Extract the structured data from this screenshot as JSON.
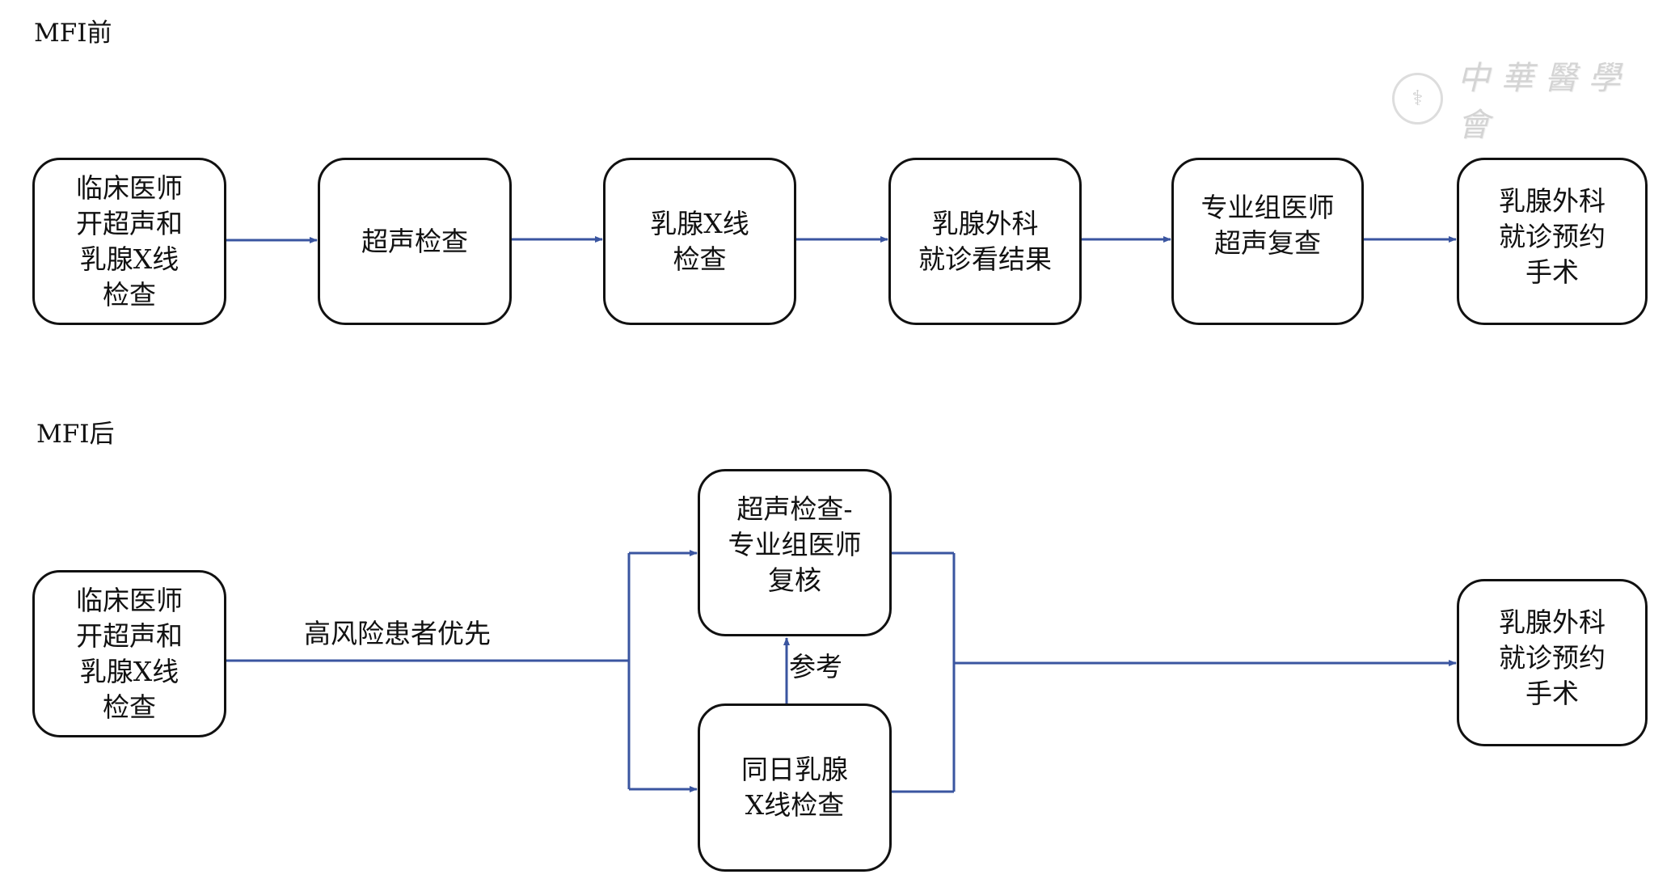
{
  "sections": {
    "before_title": "MFI前",
    "after_title": "MFI后"
  },
  "watermark": {
    "icon": "society-seal-icon",
    "text": "中華醫學會"
  },
  "before_flow": [
    {
      "id": "b1",
      "label": "临床医师\n开超声和\n乳腺X线\n检查"
    },
    {
      "id": "b2",
      "label": "超声检查"
    },
    {
      "id": "b3",
      "label": "乳腺X线\n检查"
    },
    {
      "id": "b4",
      "label": "乳腺外科\n就诊看结果"
    },
    {
      "id": "b5",
      "label": "专业组医师\n超声复查"
    },
    {
      "id": "b6",
      "label": "乳腺外科\n就诊预约\n手术"
    }
  ],
  "after_flow": {
    "start": {
      "label": "临床医师\n开超声和\n乳腺X线\n检查"
    },
    "edge_label": "高风险患者优先",
    "upper": {
      "label": "超声检查-\n专业组医师\n复核"
    },
    "lower": {
      "label": "同日乳腺\nX线检查"
    },
    "reference_label": "参考",
    "end": {
      "label": "乳腺外科\n就诊预约\n手术"
    }
  },
  "colors": {
    "arrow": "#3a55a0",
    "box_border": "#111111"
  }
}
